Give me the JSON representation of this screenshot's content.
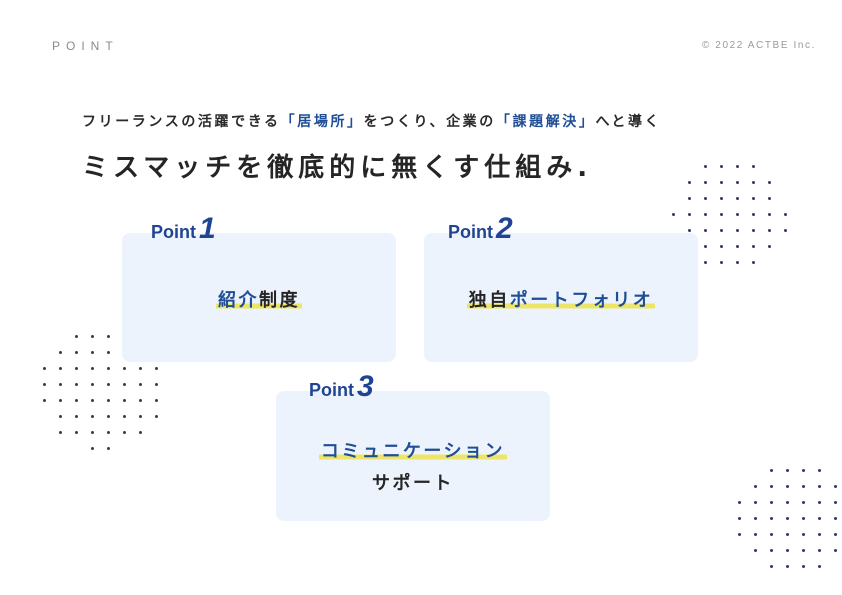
{
  "header": {
    "section_label": "POINT",
    "copyright": "© 2022 ACTBE Inc."
  },
  "lead": {
    "part1": "フリーランスの活躍できる",
    "highlight1": "「居場所」",
    "part2": "をつくり、企業の",
    "highlight2": "「課題解決」",
    "part3": "へと導く"
  },
  "title": "ミスマッチを徹底的に無くす仕組み.",
  "points": [
    {
      "label": "Point",
      "number": "1",
      "text_blue": "紹介",
      "text_dark": "制度"
    },
    {
      "label": "Point",
      "number": "2",
      "text_dark": "独自",
      "text_blue": "ポートフォリオ"
    },
    {
      "label": "Point",
      "number": "3",
      "text_blue": "コミュニケーション",
      "text_dark": "サポート"
    }
  ],
  "colors": {
    "accent_blue": "#1f4e96",
    "card_bg": "#edf3fc",
    "highlighter": "#ede56a",
    "dot": "#2e3d66"
  }
}
